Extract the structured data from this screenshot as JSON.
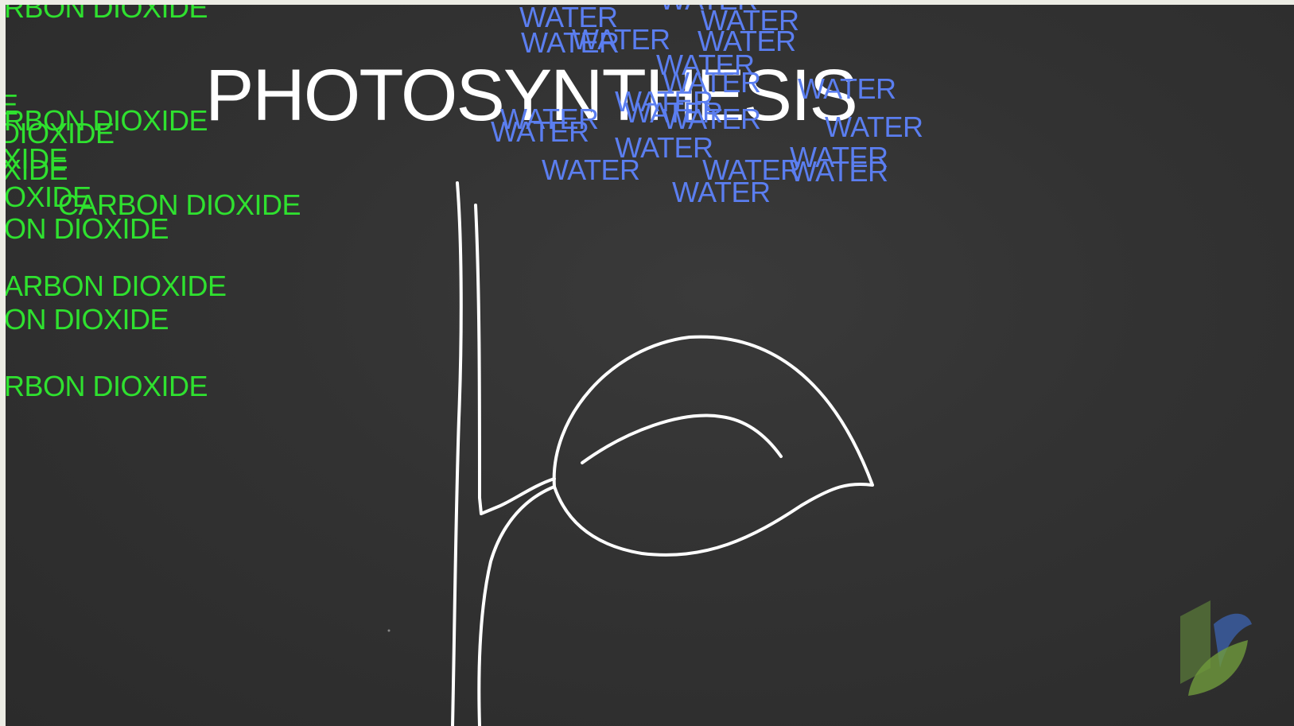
{
  "title": "PHOTOSYNTHESIS",
  "co2_words": [
    "RBON DIOXIDE",
    "E",
    "RBON DIOXIDE",
    "DIOXIDE",
    "XIDE",
    "XIDE",
    "OXIDE",
    "CARBON DIOXIDE",
    "ON DIOXIDE",
    "ARBON DIOXIDE",
    "ON DIOXIDE",
    "RBON DIOXIDE"
  ],
  "water_word": "WATER",
  "colors": {
    "board": "#323232",
    "title": "#ffffff",
    "carbon_dioxide": "#2fe12f",
    "water": "#5b7ef0",
    "chalk_line": "#ffffff"
  },
  "logo_icon": "leaf-logo-icon"
}
